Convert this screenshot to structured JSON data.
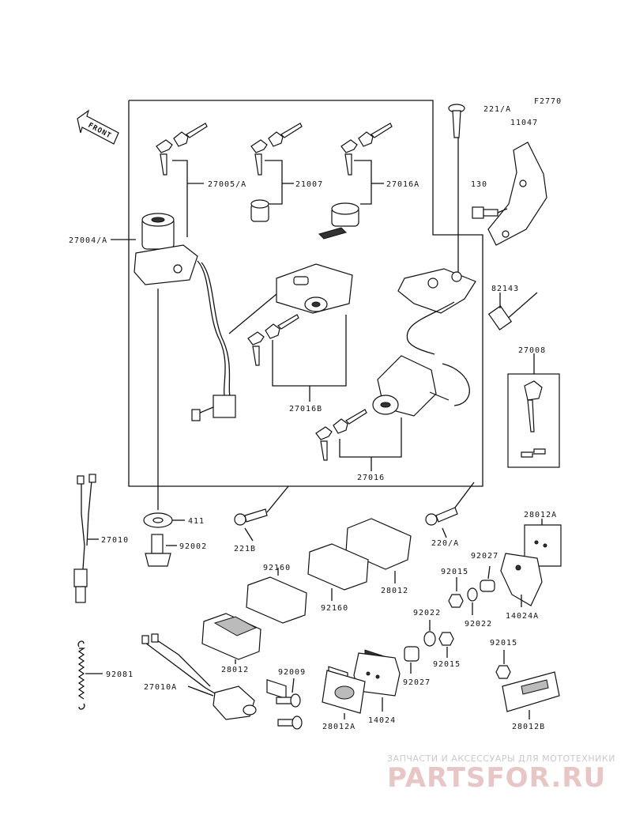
{
  "figure_code": "F2770",
  "front_marker": "FRONT",
  "parts": [
    {
      "id": "27005_A",
      "label": "27005/A"
    },
    {
      "id": "21007",
      "label": "21007"
    },
    {
      "id": "27016A",
      "label": "27016A"
    },
    {
      "id": "27004_A",
      "label": "27004/A"
    },
    {
      "id": "221_A",
      "label": "221/A"
    },
    {
      "id": "11047",
      "label": "11047"
    },
    {
      "id": "130",
      "label": "130"
    },
    {
      "id": "82143",
      "label": "82143"
    },
    {
      "id": "27008",
      "label": "27008"
    },
    {
      "id": "27016B",
      "label": "27016B"
    },
    {
      "id": "27016",
      "label": "27016"
    },
    {
      "id": "411",
      "label": "411"
    },
    {
      "id": "27010",
      "label": "27010"
    },
    {
      "id": "92002",
      "label": "92002"
    },
    {
      "id": "221B",
      "label": "221B"
    },
    {
      "id": "220_A",
      "label": "220/A"
    },
    {
      "id": "28012A_top",
      "label": "28012A"
    },
    {
      "id": "92160_a",
      "label": "92160"
    },
    {
      "id": "92160_b",
      "label": "92160"
    },
    {
      "id": "28012_a",
      "label": "28012"
    },
    {
      "id": "92027_a",
      "label": "92027"
    },
    {
      "id": "92015_a",
      "label": "92015"
    },
    {
      "id": "92022_a",
      "label": "92022"
    },
    {
      "id": "92022_b",
      "label": "92022"
    },
    {
      "id": "14024A",
      "label": "14024A"
    },
    {
      "id": "28012_b",
      "label": "28012"
    },
    {
      "id": "92081",
      "label": "92081"
    },
    {
      "id": "92009",
      "label": "92009"
    },
    {
      "id": "27010A",
      "label": "27010A"
    },
    {
      "id": "92015_b",
      "label": "92015"
    },
    {
      "id": "92015_c",
      "label": "92015"
    },
    {
      "id": "92027_b",
      "label": "92027"
    },
    {
      "id": "28012A_bottom",
      "label": "28012A"
    },
    {
      "id": "14024",
      "label": "14024"
    },
    {
      "id": "28012B",
      "label": "28012B"
    }
  ],
  "watermark": {
    "subtitle": "ЗАПЧАСТИ И АКСЕССУАРЫ ДЛЯ МОТОТЕХНИКИ",
    "logo": "PARTSFOR.RU"
  }
}
